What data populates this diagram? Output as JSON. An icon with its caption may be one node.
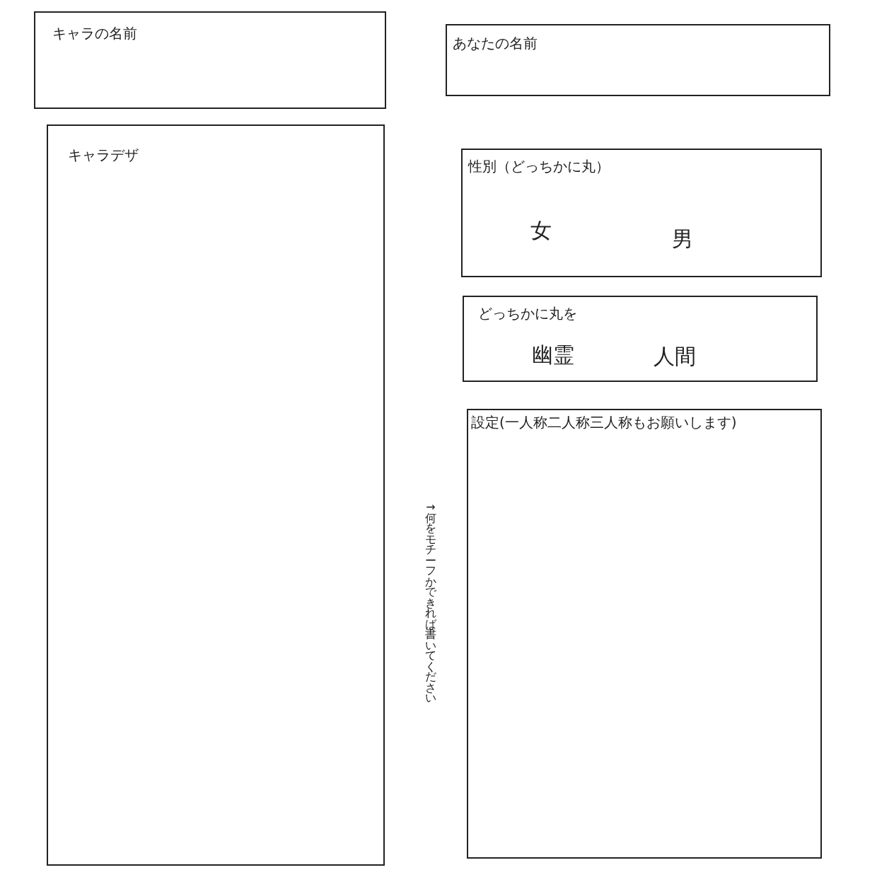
{
  "diagram": {
    "nodes": [
      {
        "text": [
          "キャラの名前"
        ]
      },
      {
        "text": [
          "あなたの名前"
        ]
      },
      {
        "text": [
          "キャラデザ"
        ]
      },
      {
        "text": [
          "性別（どっちかに丸）",
          "女",
          "男"
        ]
      },
      {
        "text": [
          "どっちかに丸を",
          "幽霊",
          "人間"
        ]
      },
      {
        "text": [
          "設定(一人称二人称三人称もお願いします)"
        ]
      }
    ],
    "labels": [
      "→何をモチーフかできれば書いてください"
    ]
  }
}
